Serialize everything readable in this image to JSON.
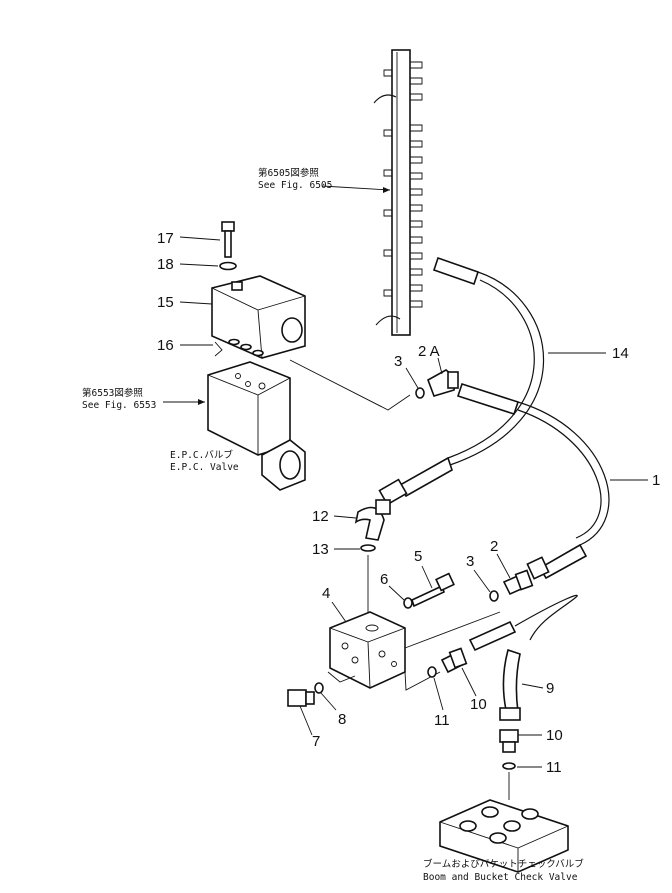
{
  "references": {
    "manifold_ref_jp": "第6505図参照",
    "manifold_ref_en": "See Fig. 6505",
    "epc_ref_jp": "第6553図参照",
    "epc_ref_en": "See Fig. 6553",
    "epc_name_jp": "E.P.C.バルブ",
    "epc_name_en": "E.P.C. Valve",
    "check_valve_jp": "ブームおよびバケットチェックバルブ",
    "check_valve_en": "Boom and Bucket Check Valve"
  },
  "callouts": {
    "c17": "17",
    "c18": "18",
    "c15": "15",
    "c16": "16",
    "c3a": "3",
    "c2a": "2 A",
    "c14": "14",
    "c1": "1",
    "c12": "12",
    "c13": "13",
    "c6": "6",
    "c5": "5",
    "c3b": "3",
    "c2": "2",
    "c4": "4",
    "c9": "9",
    "c8": "8",
    "c7": "7",
    "c11a": "11",
    "c10a": "10",
    "c10b": "10",
    "c11b": "11"
  }
}
